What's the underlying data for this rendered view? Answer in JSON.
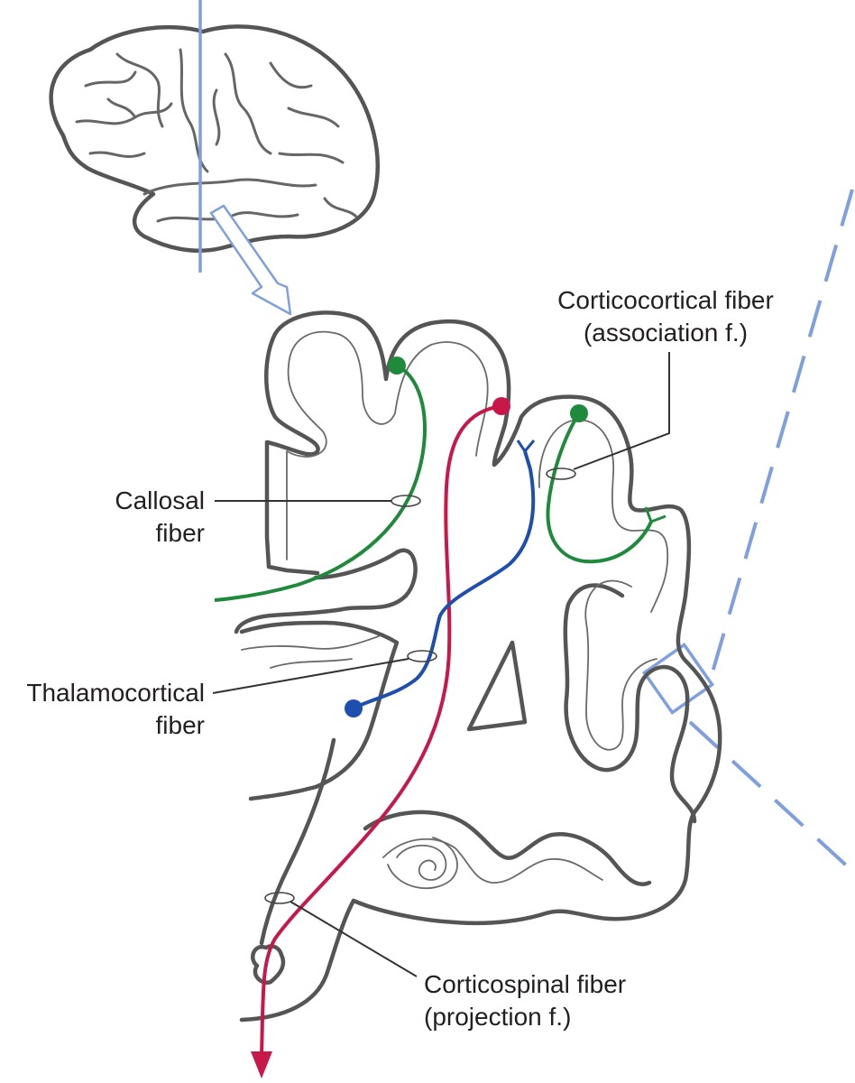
{
  "labels": {
    "corticocortical_line1": "Corticocortical fiber",
    "corticocortical_line2": "(association f.)",
    "callosal_line1": "Callosal",
    "callosal_line2": "fiber",
    "thalamocortical_line1": "Thalamocortical",
    "thalamocortical_line2": "fiber",
    "corticospinal_line1": "Corticospinal fiber",
    "corticospinal_line2": "(projection f.)"
  },
  "colors": {
    "callosal": "#1f8a3c",
    "corticocortical": "#1f8a3c",
    "corticospinal": "#c8184a",
    "thalamocortical": "#1e4fae",
    "section_plane": "#7f9fe0",
    "outline": "#555555"
  }
}
